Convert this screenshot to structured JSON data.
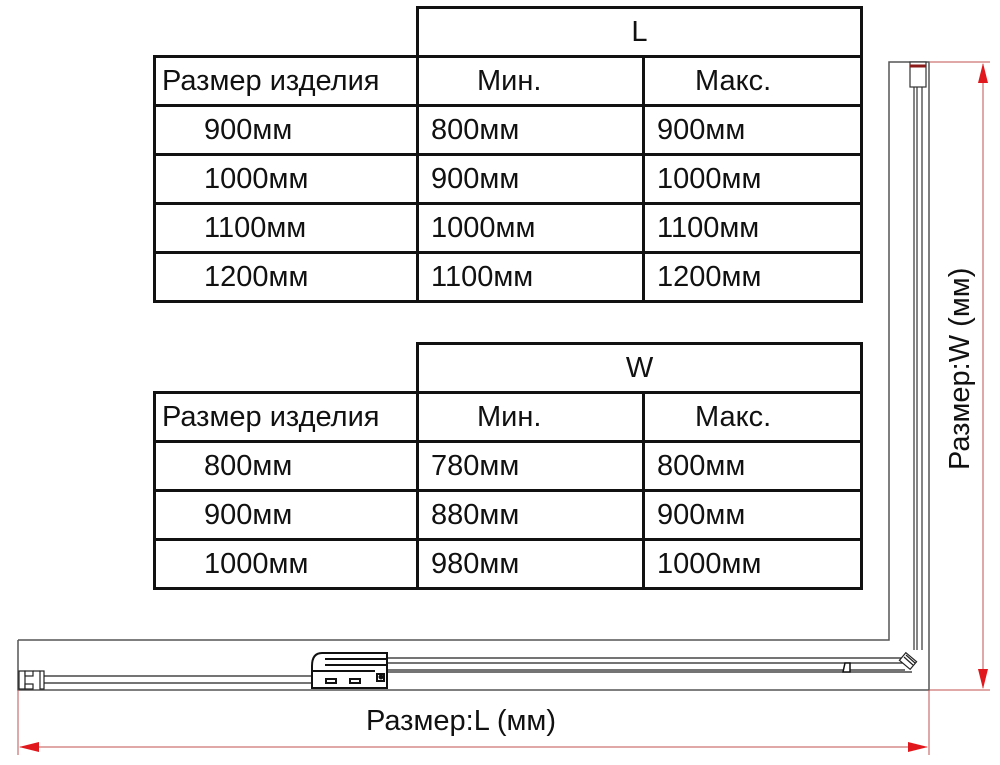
{
  "tables": {
    "L": {
      "group_header": "L",
      "columns": [
        "Размер изделия",
        "Мин.",
        "Макс."
      ],
      "rows": [
        [
          "900мм",
          "800мм",
          "900мм"
        ],
        [
          "1000мм",
          "900мм",
          "1000мм"
        ],
        [
          "1100мм",
          "1000мм",
          "1100мм"
        ],
        [
          "1200мм",
          "1100мм",
          "1200мм"
        ]
      ]
    },
    "W": {
      "group_header": "W",
      "columns": [
        "Размер изделия",
        "Мин.",
        "Макс."
      ],
      "rows": [
        [
          "800мм",
          "780мм",
          "800мм"
        ],
        [
          "900мм",
          "880мм",
          "900мм"
        ],
        [
          "1000мм",
          "980мм",
          "1000мм"
        ]
      ]
    }
  },
  "dimensions": {
    "length_label": "Размер:L (мм)",
    "width_label": "Размер:W (мм)",
    "arrow_color": "#e0171c",
    "dimension_line_color": "#c0504d",
    "outline_color": "#555555"
  }
}
